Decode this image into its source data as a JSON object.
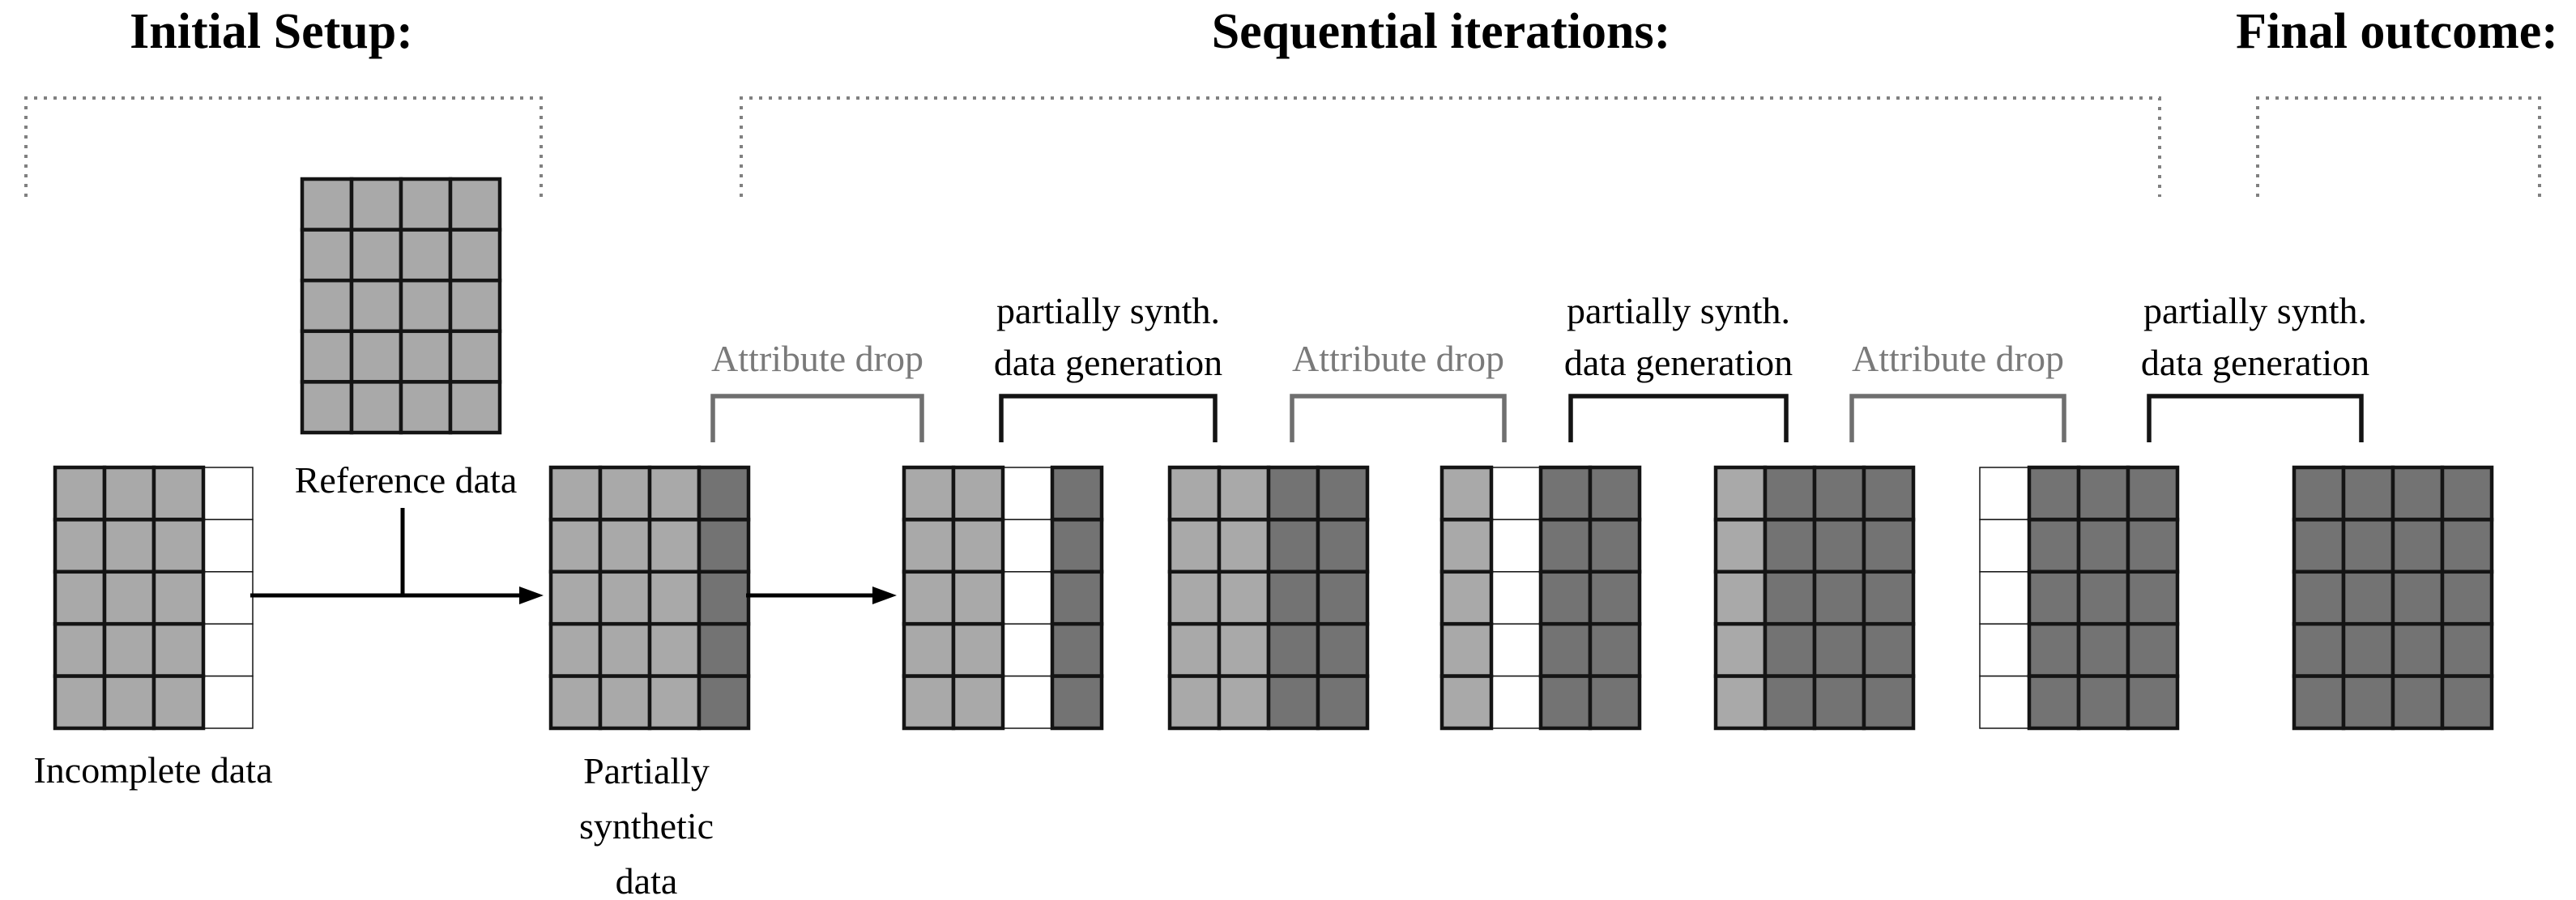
{
  "sections": {
    "initial_setup": "Initial Setup:",
    "sequential_iterations": "Sequential iterations:",
    "final_outcome": "Final outcome:"
  },
  "labels": {
    "incomplete_data": "Incomplete data",
    "reference_data": "Reference data",
    "partially_synthetic_line1": "Partially",
    "partially_synthetic_line2": "synthetic",
    "partially_synthetic_line3": "data"
  },
  "iterations": [
    {
      "drop_label": "Attribute drop",
      "gen_label_line1": "partially synth.",
      "gen_label_line2": "data generation"
    },
    {
      "drop_label": "Attribute drop",
      "gen_label_line1": "partially synth.",
      "gen_label_line2": "data generation"
    },
    {
      "drop_label": "Attribute drop",
      "gen_label_line1": "partially synth.",
      "gen_label_line2": "data generation"
    }
  ],
  "colors": {
    "original_cell": "#a9a9a9",
    "synthetic_cell": "#737373",
    "missing_cell": "#ffffff",
    "cell_border": "#141414",
    "arrow": "#000000",
    "bracket_black": "#141414",
    "bracket_gray": "#6f6f6f",
    "dotted_bracket": "#808080",
    "gray_label_text": "#7a7a7a"
  },
  "grids": [
    {
      "id": "reference-data-grid",
      "rows": 5,
      "columns": [
        "original",
        "original",
        "original",
        "original"
      ]
    },
    {
      "id": "incomplete-data-grid",
      "rows": 5,
      "columns": [
        "original",
        "original",
        "original",
        "missing"
      ]
    },
    {
      "id": "partially-synthetic-data-grid",
      "rows": 5,
      "columns": [
        "original",
        "original",
        "original",
        "synthetic"
      ]
    },
    {
      "id": "iter1-attribute-drop-grid",
      "rows": 5,
      "columns": [
        "original",
        "original",
        "missing",
        "synthetic"
      ]
    },
    {
      "id": "iter1-generated-grid",
      "rows": 5,
      "columns": [
        "original",
        "original",
        "synthetic",
        "synthetic"
      ]
    },
    {
      "id": "iter2-attribute-drop-grid",
      "rows": 5,
      "columns": [
        "original",
        "missing",
        "synthetic",
        "synthetic"
      ]
    },
    {
      "id": "iter2-generated-grid",
      "rows": 5,
      "columns": [
        "original",
        "synthetic",
        "synthetic",
        "synthetic"
      ]
    },
    {
      "id": "iter3-attribute-drop-grid",
      "rows": 5,
      "columns": [
        "missing",
        "synthetic",
        "synthetic",
        "synthetic"
      ]
    },
    {
      "id": "final-outcome-grid",
      "rows": 5,
      "columns": [
        "synthetic",
        "synthetic",
        "synthetic",
        "synthetic"
      ]
    }
  ]
}
